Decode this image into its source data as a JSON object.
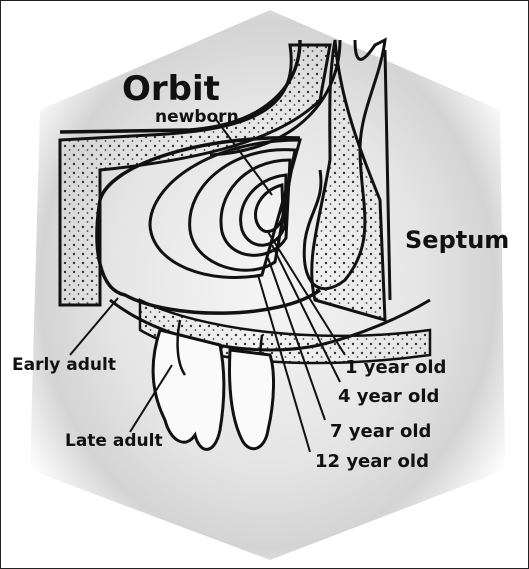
{
  "labels": {
    "orbit": "Orbit",
    "newborn": "newborn",
    "septum": "Septum",
    "early_adult": "Early adult",
    "late_adult": "Late adult",
    "age_1": "1 year old",
    "age_4": "4 year old",
    "age_7": "7 year old",
    "age_12": "12 year old"
  }
}
